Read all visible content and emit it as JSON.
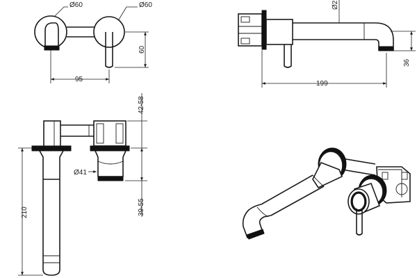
{
  "drawing": {
    "front_view": {
      "dia_left": "Ø60",
      "dia_right": "Ø60",
      "height": "60",
      "width": "95"
    },
    "side_view": {
      "dia": "Ø2",
      "projection": "199",
      "outlet_height": "36"
    },
    "section_view": {
      "wall_depth_top": "42-58",
      "dia": "Ø41",
      "wall_depth_bottom": "39-55",
      "length": "210"
    }
  },
  "colors": {
    "line": "#1a1a1a",
    "background": "#ffffff",
    "dark_band": "#111111"
  }
}
